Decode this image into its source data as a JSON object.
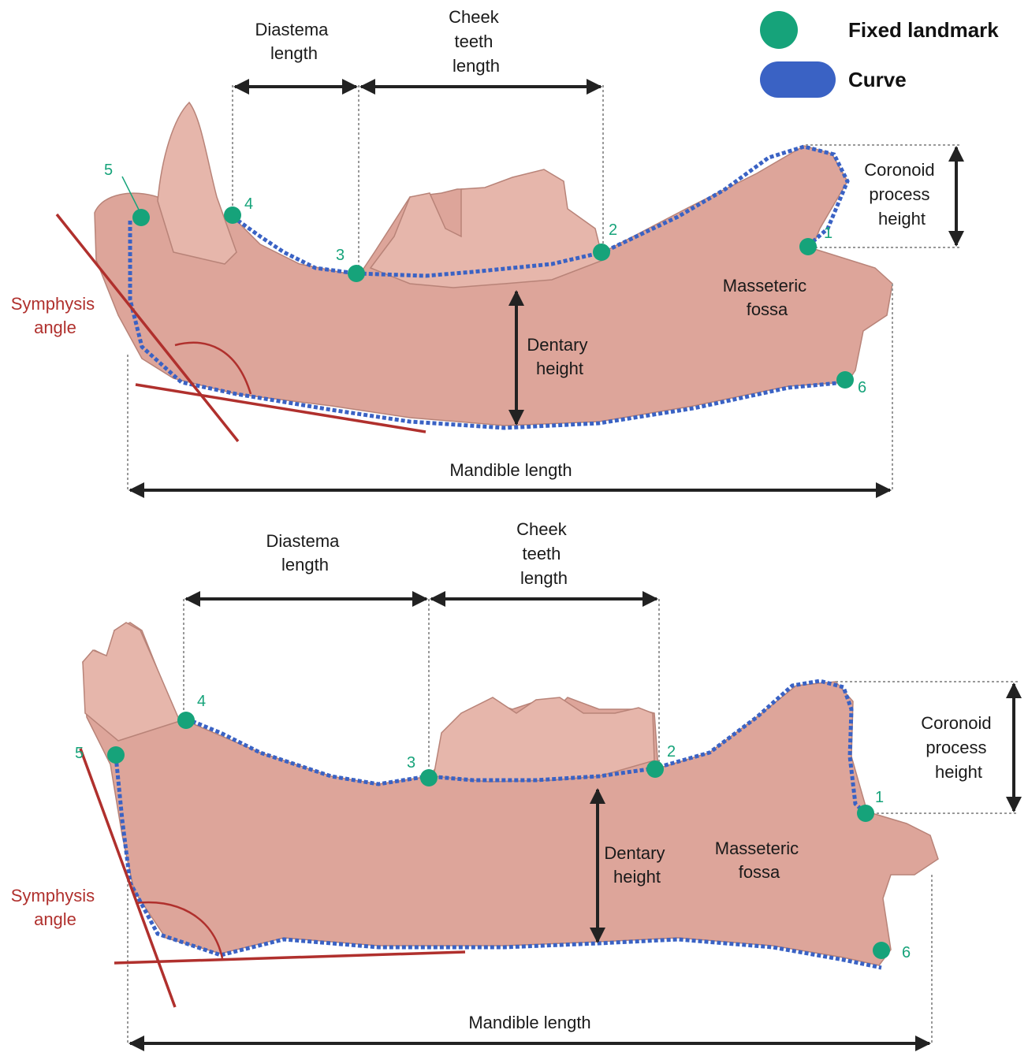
{
  "legend": {
    "fixed_landmark": "Fixed landmark",
    "curve": "Curve",
    "landmark_color": "#16a37a",
    "curve_color": "#3a62c4"
  },
  "top": {
    "diastema": [
      "Diastema",
      "length"
    ],
    "cheek": [
      "Cheek",
      "teeth",
      "length"
    ],
    "coronoid": [
      "Coronoid",
      "process",
      "height"
    ],
    "masseteric": [
      "Masseteric",
      "fossa"
    ],
    "dentary": [
      "Dentary",
      "height"
    ],
    "symphysis": [
      "Symphysis",
      "angle"
    ],
    "mandible": "Mandible length",
    "landmarks": [
      "1",
      "2",
      "3",
      "4",
      "5",
      "6"
    ]
  },
  "bottom": {
    "diastema": [
      "Diastema",
      "length"
    ],
    "cheek": [
      "Cheek",
      "teeth",
      "length"
    ],
    "coronoid": [
      "Coronoid",
      "process",
      "height"
    ],
    "masseteric": [
      "Masseteric",
      "fossa"
    ],
    "dentary": [
      "Dentary",
      "height"
    ],
    "symphysis": [
      "Symphysis",
      "angle"
    ],
    "mandible": "Mandible length",
    "landmarks": [
      "1",
      "2",
      "3",
      "4",
      "5",
      "6"
    ]
  },
  "colors": {
    "bone": "#dda59a",
    "arrow": "#222222",
    "angle": "#b0302d"
  }
}
